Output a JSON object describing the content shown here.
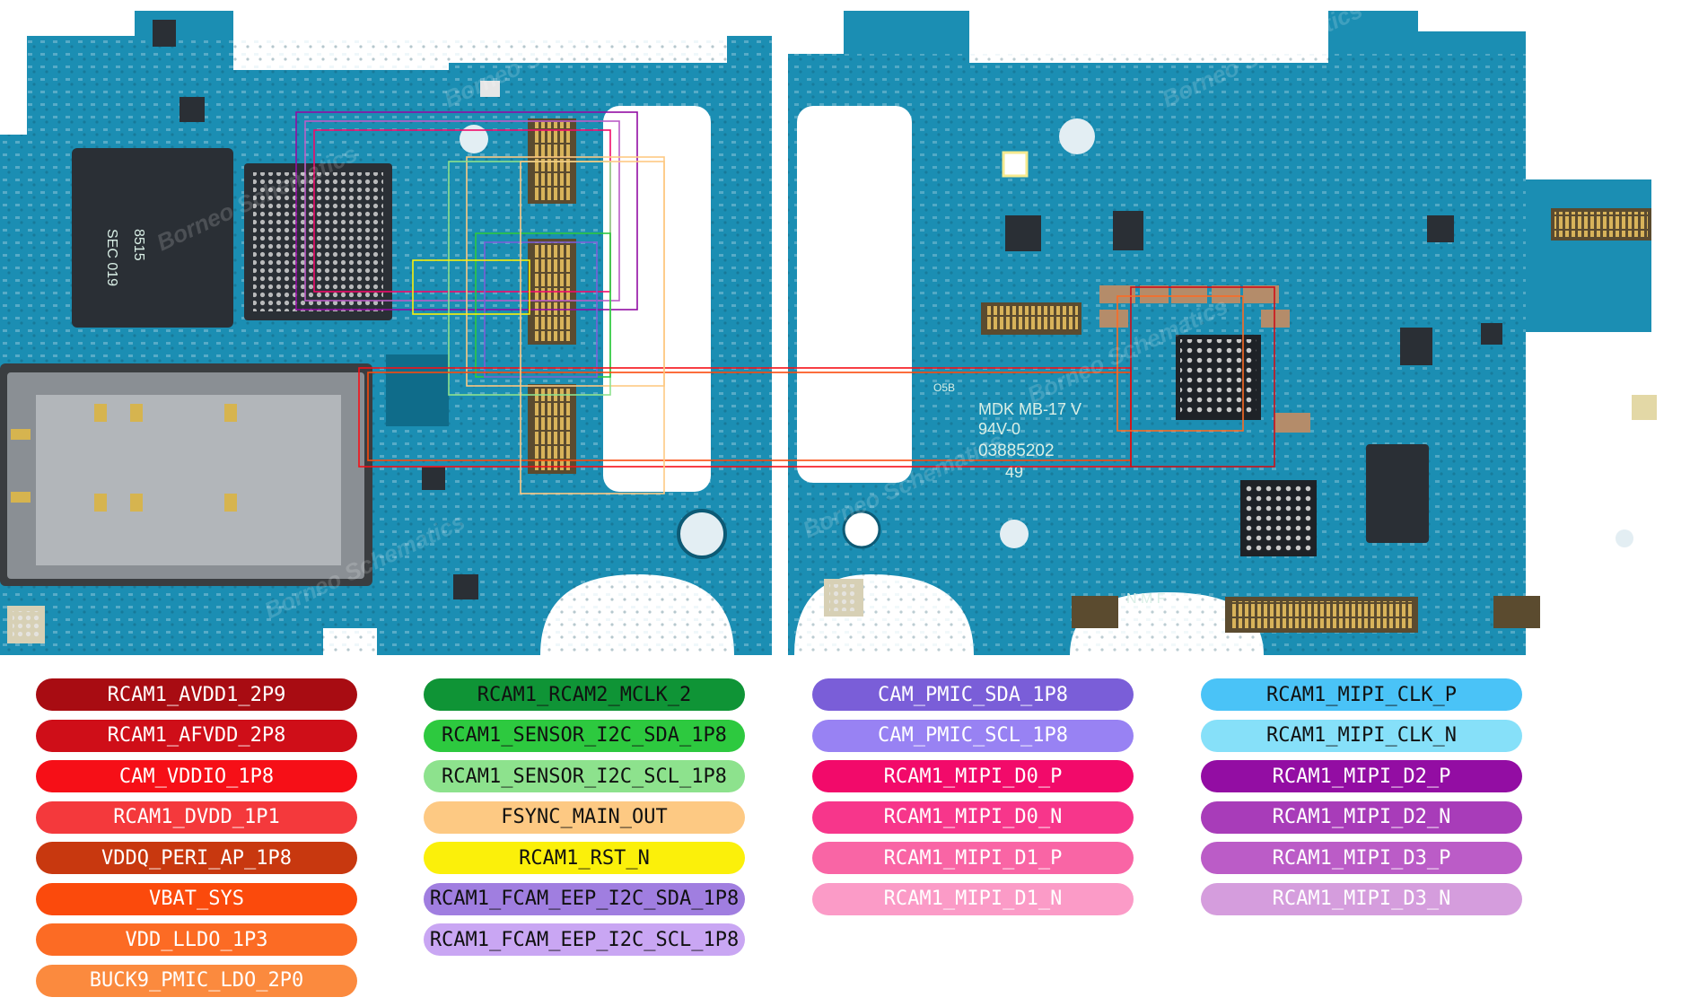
{
  "board": {
    "silkscreen": {
      "model": "MDK MB-17 V",
      "code": "94V-0",
      "serial": "03885202",
      "revision": "49",
      "left_code": "SEC 019",
      "left_code2": "8515",
      "nmf": "N M F",
      "osb": "O5B"
    },
    "watermark": "Borneo Schematics",
    "colors": {
      "pcb": "#1b8eb3",
      "pcb_dark": "#156f8f",
      "chip": "#2a2f35"
    }
  },
  "legend": {
    "columns": [
      [
        {
          "label": "RCAM1_AVDD1_2P9",
          "color": "#a80c12",
          "text": "dark"
        },
        {
          "label": "RCAM1_AFVDD_2P8",
          "color": "#cf0e18",
          "text": "dark"
        },
        {
          "label": "CAM_VDDIO_1P8",
          "color": "#f60f17",
          "text": "dark"
        },
        {
          "label": "RCAM1_DVDD_1P1",
          "color": "#f4393c",
          "text": "dark"
        },
        {
          "label": "VDDQ_PERI_AP_1P8",
          "color": "#c8380f",
          "text": "dark"
        },
        {
          "label": "VBAT_SYS",
          "color": "#fb4a0c",
          "text": "dark"
        },
        {
          "label": "VDD_LLDO_1P3",
          "color": "#fc6b24",
          "text": "dark"
        },
        {
          "label": "BUCK9_PMIC_LDO_2P0",
          "color": "#fb8a3e",
          "text": "dark"
        }
      ],
      [
        {
          "label": "RCAM1_RCAM2_MCLK_2",
          "color": "#0f9436",
          "text": "light"
        },
        {
          "label": "RCAM1_SENSOR_I2C_SDA_1P8",
          "color": "#2dc93f",
          "text": "light"
        },
        {
          "label": "RCAM1_SENSOR_I2C_SCL_1P8",
          "color": "#8de28d",
          "text": "light"
        },
        {
          "label": "FSYNC_MAIN_OUT",
          "color": "#fdc983",
          "text": "light"
        },
        {
          "label": "RCAM1_RST_N",
          "color": "#fbf00a",
          "text": "light"
        },
        {
          "label": "RCAM1_FCAM_EEP_I2C_SDA_1P8",
          "color": "#a07ee0",
          "text": "light"
        },
        {
          "label": "RCAM1_FCAM_EEP_I2C_SCL_1P8",
          "color": "#c9a6f3",
          "text": "light"
        }
      ],
      [
        {
          "label": "CAM_PMIC_SDA_1P8",
          "color": "#7a5ed8",
          "text": "dark"
        },
        {
          "label": "CAM_PMIC_SCL_1P8",
          "color": "#9882f3",
          "text": "dark"
        },
        {
          "label": "RCAM1_MIPI_D0_P",
          "color": "#f20a6a",
          "text": "dark"
        },
        {
          "label": "RCAM1_MIPI_D0_N",
          "color": "#f7368b",
          "text": "dark"
        },
        {
          "label": "RCAM1_MIPI_D1_P",
          "color": "#f965a5",
          "text": "dark"
        },
        {
          "label": "RCAM1_MIPI_D1_N",
          "color": "#fb9bc7",
          "text": "dark"
        }
      ],
      [
        {
          "label": "RCAM1_MIPI_CLK_P",
          "color": "#4ac3f7",
          "text": "light"
        },
        {
          "label": "RCAM1_MIPI_CLK_N",
          "color": "#86e0f9",
          "text": "light"
        },
        {
          "label": "RCAM1_MIPI_D2_P",
          "color": "#930da3",
          "text": "dark"
        },
        {
          "label": "RCAM1_MIPI_D2_N",
          "color": "#a83cb9",
          "text": "dark"
        },
        {
          "label": "RCAM1_MIPI_D3_P",
          "color": "#bb5cc7",
          "text": "dark"
        },
        {
          "label": "RCAM1_MIPI_D3_N",
          "color": "#d59ddd",
          "text": "dark"
        }
      ]
    ]
  }
}
